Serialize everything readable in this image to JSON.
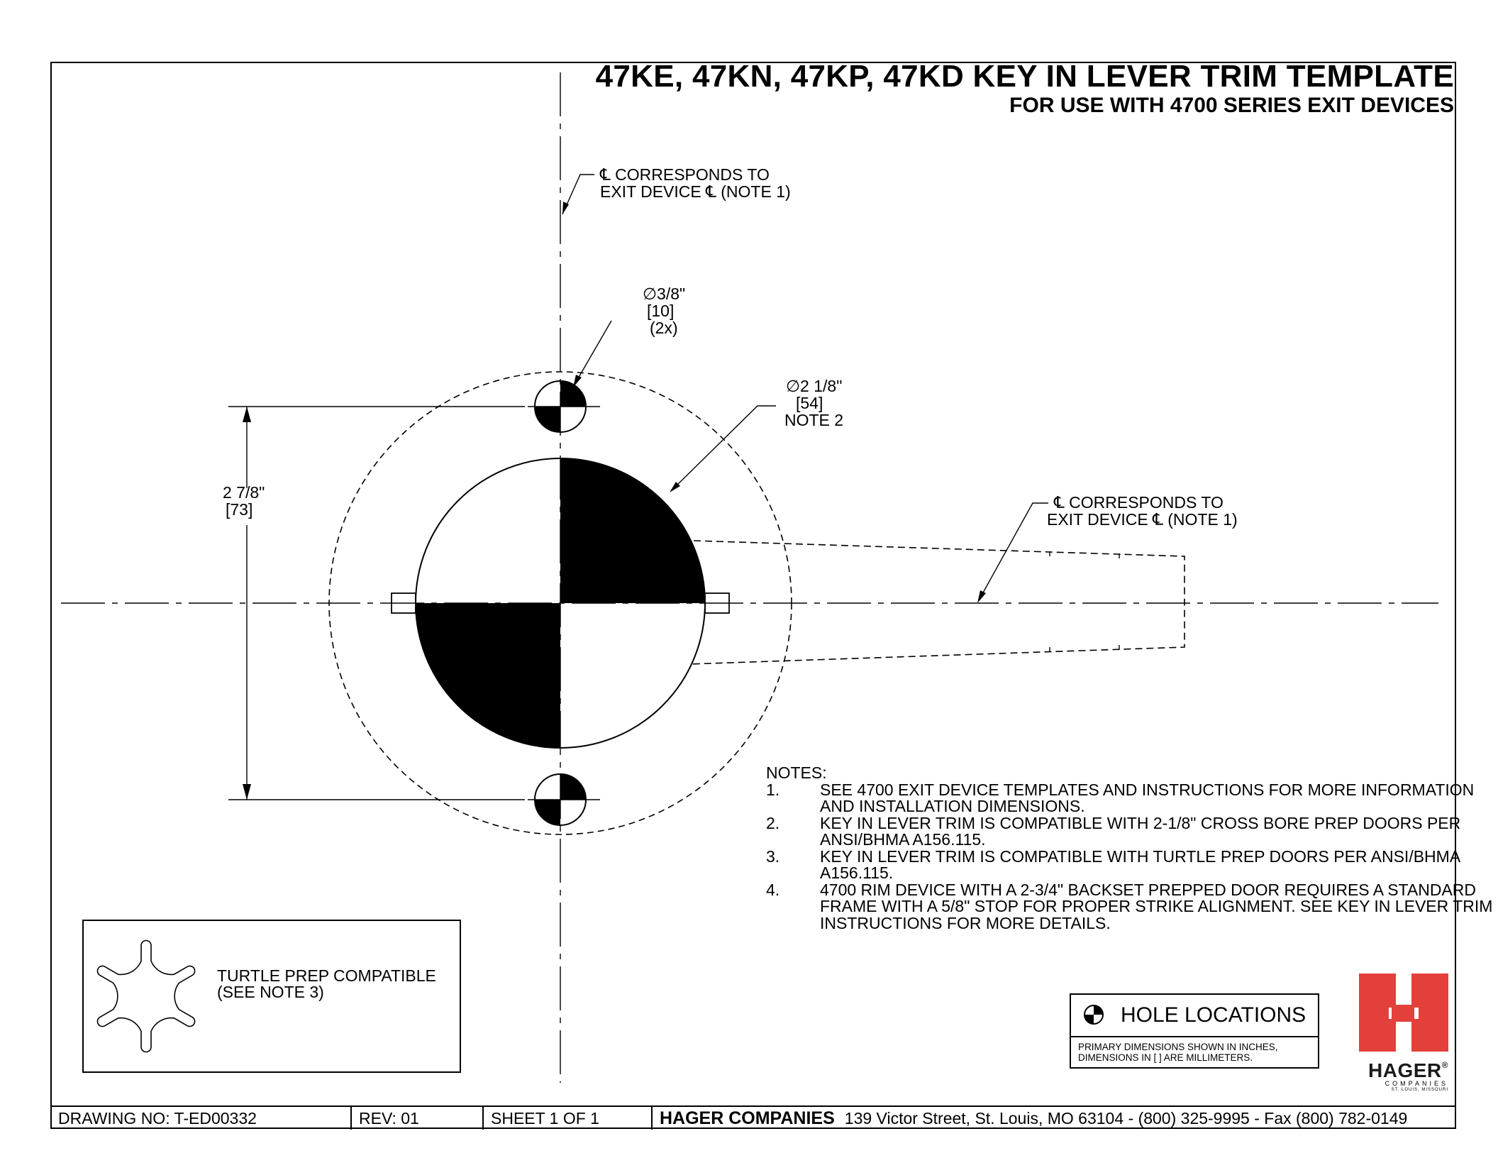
{
  "title": {
    "main": "47KE, 47KN, 47KP, 47KD KEY IN LEVER TRIM TEMPLATE",
    "sub": "FOR USE WITH 4700 SERIES EXIT DEVICES"
  },
  "callouts": {
    "centerline_top_line1": "℄ CORRESPONDS TO",
    "centerline_top_line2": "EXIT DEVICE ℄ (NOTE 1)",
    "centerline_right_line1": "℄ CORRESPONDS TO",
    "centerline_right_line2": "EXIT DEVICE ℄  (NOTE 1)",
    "small_hole_dia": "∅3/8\"",
    "small_hole_mm": "[10]",
    "small_hole_qty": "(2x)",
    "large_hole_dia": "∅2 1/8\"",
    "large_hole_mm": "[54]",
    "large_hole_note": "NOTE 2",
    "spacing_in": "2 7/8\"",
    "spacing_mm": "[73]"
  },
  "notes": {
    "heading": "NOTES:",
    "items": [
      {
        "num": "1.",
        "text": "SEE 4700 EXIT DEVICE TEMPLATES AND INSTRUCTIONS FOR MORE INFORMATION AND INSTALLATION DIMENSIONS."
      },
      {
        "num": "2.",
        "text": "KEY IN LEVER TRIM IS COMPATIBLE WITH 2-1/8\" CROSS BORE PREP DOORS PER ANSI/BHMA A156.115."
      },
      {
        "num": "3.",
        "text": "KEY IN LEVER TRIM IS COMPATIBLE WITH TURTLE PREP DOORS PER ANSI/BHMA A156.115."
      },
      {
        "num": "4.",
        "text": "4700 RIM DEVICE WITH A 2-3/4\" BACKSET PREPPED DOOR REQUIRES A STANDARD FRAME WITH A 5/8\" STOP FOR PROPER STRIKE ALIGNMENT. SEE KEY IN LEVER TRIM INSTRUCTIONS FOR MORE DETAILS."
      }
    ]
  },
  "turtle": {
    "line1": "TURTLE PREP COMPATIBLE",
    "line2": "(SEE NOTE 3)"
  },
  "legend": {
    "title": "HOLE LOCATIONS",
    "line1": "PRIMARY DIMENSIONS SHOWN IN INCHES,",
    "line2": "DIMENSIONS IN [ ] ARE MILLIMETERS."
  },
  "logo": {
    "word": "HAGER",
    "reg": "®",
    "sub": "COMPANIES",
    "sub2": "ST. LOUIS, MISSOURI",
    "brand_color": "#e4403b"
  },
  "titleblock": {
    "drawing_no": "DRAWING NO:  T-ED00332",
    "rev": "REV: 01",
    "sheet": "SHEET 1 OF 1",
    "company": "HAGER COMPANIES",
    "address": "139 Victor Street, St. Louis, MO 63104 - (800) 325-9995 - Fax (800) 782-0149"
  }
}
